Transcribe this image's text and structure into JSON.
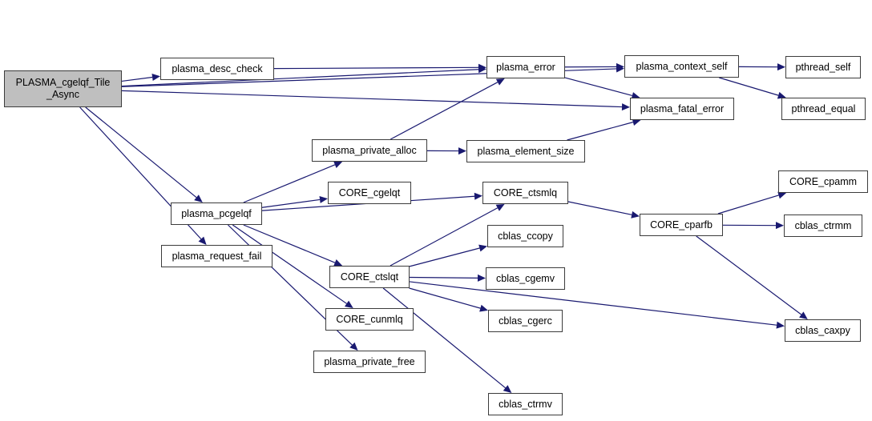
{
  "graph": {
    "type": "call-graph",
    "edge_color": "#191970",
    "root_fill": "#bfbfbf",
    "nodes": [
      {
        "id": "root",
        "label": "PLASMA_cgelqf_Tile\n_Async",
        "root": true
      },
      {
        "id": "desc_check",
        "label": "plasma_desc_check"
      },
      {
        "id": "error",
        "label": "plasma_error"
      },
      {
        "id": "context_self",
        "label": "plasma_context_self"
      },
      {
        "id": "pthread_self",
        "label": "pthread_self"
      },
      {
        "id": "fatal_error",
        "label": "plasma_fatal_error"
      },
      {
        "id": "pthread_equal",
        "label": "pthread_equal"
      },
      {
        "id": "private_alloc",
        "label": "plasma_private_alloc"
      },
      {
        "id": "element_size",
        "label": "plasma_element_size"
      },
      {
        "id": "core_cgelqt",
        "label": "CORE_cgelqt"
      },
      {
        "id": "core_ctsmlq",
        "label": "CORE_ctsmlq"
      },
      {
        "id": "core_cpamm",
        "label": "CORE_cpamm"
      },
      {
        "id": "pcgelqf",
        "label": "plasma_pcgelqf"
      },
      {
        "id": "core_cparfb",
        "label": "CORE_cparfb"
      },
      {
        "id": "cblas_ctrmm",
        "label": "cblas_ctrmm"
      },
      {
        "id": "cblas_ccopy",
        "label": "cblas_ccopy"
      },
      {
        "id": "request_fail",
        "label": "plasma_request_fail"
      },
      {
        "id": "core_ctslqt",
        "label": "CORE_ctslqt"
      },
      {
        "id": "cblas_cgemv",
        "label": "cblas_cgemv"
      },
      {
        "id": "cblas_cgerc",
        "label": "cblas_cgerc"
      },
      {
        "id": "core_cunmlq",
        "label": "CORE_cunmlq"
      },
      {
        "id": "cblas_caxpy",
        "label": "cblas_caxpy"
      },
      {
        "id": "private_free",
        "label": "plasma_private_free"
      },
      {
        "id": "cblas_ctrmv",
        "label": "cblas_ctrmv"
      }
    ],
    "edges": [
      [
        "root",
        "desc_check"
      ],
      [
        "root",
        "error"
      ],
      [
        "root",
        "context_self"
      ],
      [
        "root",
        "fatal_error"
      ],
      [
        "root",
        "pcgelqf"
      ],
      [
        "root",
        "request_fail"
      ],
      [
        "desc_check",
        "error"
      ],
      [
        "error",
        "context_self"
      ],
      [
        "error",
        "fatal_error"
      ],
      [
        "context_self",
        "pthread_self"
      ],
      [
        "context_self",
        "pthread_equal"
      ],
      [
        "private_alloc",
        "error"
      ],
      [
        "private_alloc",
        "element_size"
      ],
      [
        "element_size",
        "fatal_error"
      ],
      [
        "pcgelqf",
        "private_alloc"
      ],
      [
        "pcgelqf",
        "core_cgelqt"
      ],
      [
        "pcgelqf",
        "core_ctsmlq"
      ],
      [
        "pcgelqf",
        "core_ctslqt"
      ],
      [
        "pcgelqf",
        "core_cunmlq"
      ],
      [
        "pcgelqf",
        "private_free"
      ],
      [
        "core_ctsmlq",
        "core_cparfb"
      ],
      [
        "core_cparfb",
        "core_cpamm"
      ],
      [
        "core_cparfb",
        "cblas_ctrmm"
      ],
      [
        "core_cparfb",
        "cblas_caxpy"
      ],
      [
        "core_ctslqt",
        "core_ctsmlq"
      ],
      [
        "core_ctslqt",
        "cblas_ccopy"
      ],
      [
        "core_ctslqt",
        "cblas_cgemv"
      ],
      [
        "core_ctslqt",
        "cblas_cgerc"
      ],
      [
        "core_ctslqt",
        "cblas_caxpy"
      ],
      [
        "core_ctslqt",
        "cblas_ctrmv"
      ]
    ]
  }
}
